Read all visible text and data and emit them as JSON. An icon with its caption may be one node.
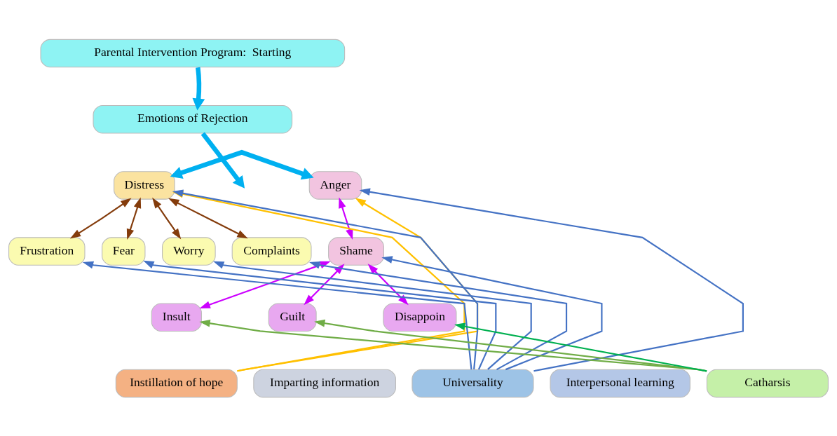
{
  "diagram": {
    "nodes": [
      {
        "text": [
          "Parental Intervention Program:  Starting"
        ]
      },
      {
        "text": [
          "Emotions of Rejection"
        ]
      },
      {
        "text": [
          "Distress"
        ]
      },
      {
        "text": [
          "Anger"
        ]
      },
      {
        "text": [
          "Frustration"
        ]
      },
      {
        "text": [
          "Fear"
        ]
      },
      {
        "text": [
          "Worry"
        ]
      },
      {
        "text": [
          "Complaints"
        ]
      },
      {
        "text": [
          "Shame"
        ]
      },
      {
        "text": [
          "Insult"
        ]
      },
      {
        "text": [
          "Guilt"
        ]
      },
      {
        "text": [
          "Disappoin"
        ]
      },
      {
        "text": [
          "Instillation of hope"
        ]
      },
      {
        "text": [
          "Imparting information"
        ]
      },
      {
        "text": [
          "Universality"
        ]
      },
      {
        "text": [
          "Interpersonal learning"
        ]
      },
      {
        "text": [
          "Catharsis"
        ]
      }
    ],
    "edges": [
      {
        "from": 0,
        "to": 1,
        "arrow": "to",
        "style": "thick",
        "color": "#00b0f0"
      },
      {
        "from": 1,
        "to": null,
        "arrow": "to",
        "style": "thick",
        "color": "#00b0f0"
      },
      {
        "from": 2,
        "to": 3,
        "arrow": "both",
        "style": "thick",
        "color": "#00b0f0"
      },
      {
        "from": 2,
        "to": 4,
        "arrow": "both",
        "color": "#843c0c"
      },
      {
        "from": 2,
        "to": 5,
        "arrow": "both",
        "color": "#843c0c"
      },
      {
        "from": 2,
        "to": 6,
        "arrow": "both",
        "color": "#843c0c"
      },
      {
        "from": 2,
        "to": 7,
        "arrow": "both",
        "color": "#843c0c"
      },
      {
        "from": 12,
        "to": 2,
        "arrow": "to",
        "color": "#ffc000"
      },
      {
        "from": 12,
        "to": 3,
        "arrow": "to",
        "color": "#ffc000"
      },
      {
        "from": 14,
        "to": 2,
        "arrow": "to"
      },
      {
        "from": 14,
        "to": 4,
        "arrow": "to"
      },
      {
        "from": 14,
        "to": 5,
        "arrow": "to"
      },
      {
        "from": 14,
        "to": 6,
        "arrow": "to"
      },
      {
        "from": 14,
        "to": 7,
        "arrow": "to"
      },
      {
        "from": 14,
        "to": 3,
        "arrow": "to"
      },
      {
        "from": 14,
        "to": 8,
        "arrow": "to"
      },
      {
        "from": 3,
        "to": 8,
        "arrow": "both",
        "color": "#cc00ff"
      },
      {
        "from": 8,
        "to": 9,
        "arrow": "both",
        "color": "#cc00ff"
      },
      {
        "from": 8,
        "to": 10,
        "arrow": "both",
        "color": "#cc00ff"
      },
      {
        "from": 8,
        "to": 11,
        "arrow": "both",
        "color": "#cc00ff"
      },
      {
        "from": 16,
        "to": 9,
        "arrow": "to",
        "color": "#70ad47"
      },
      {
        "from": 16,
        "to": 10,
        "arrow": "to",
        "color": "#70ad47"
      },
      {
        "from": 16,
        "to": 11,
        "arrow": "to",
        "color": "#00b050"
      }
    ]
  }
}
